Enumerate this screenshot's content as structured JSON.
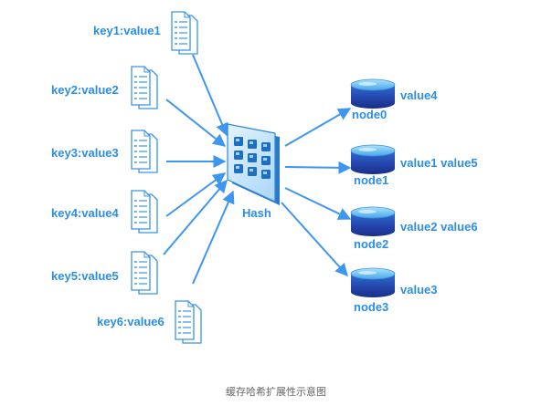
{
  "colors": {
    "arrow": "#3d96f0",
    "label": "#2a8ee8",
    "doc_stroke": "#3a95e8",
    "node_dark": "#1f3c9c",
    "node_light": "#66c2f0",
    "caption": "#666666"
  },
  "diagram": {
    "inputs": [
      {
        "label": "key1:value1",
        "icon": "document-stack-icon"
      },
      {
        "label": "key2:value2",
        "icon": "document-stack-icon"
      },
      {
        "label": "key3:value3",
        "icon": "document-stack-icon"
      },
      {
        "label": "key4:value4",
        "icon": "document-stack-icon"
      },
      {
        "label": "key5:value5",
        "icon": "document-stack-icon"
      },
      {
        "label": "key6:value6",
        "icon": "document-stack-icon"
      }
    ],
    "hash": {
      "label": "Hash",
      "icon": "hash-grid-icon"
    },
    "nodes": [
      {
        "name": "node0",
        "values": "value4",
        "icon": "database-cylinder-icon"
      },
      {
        "name": "node1",
        "values": "value1 value5",
        "icon": "database-cylinder-icon"
      },
      {
        "name": "node2",
        "values": "value2 value6",
        "icon": "database-cylinder-icon"
      },
      {
        "name": "node3",
        "values": "value3",
        "icon": "database-cylinder-icon"
      }
    ]
  },
  "caption": "缓存哈希扩展性示意图"
}
